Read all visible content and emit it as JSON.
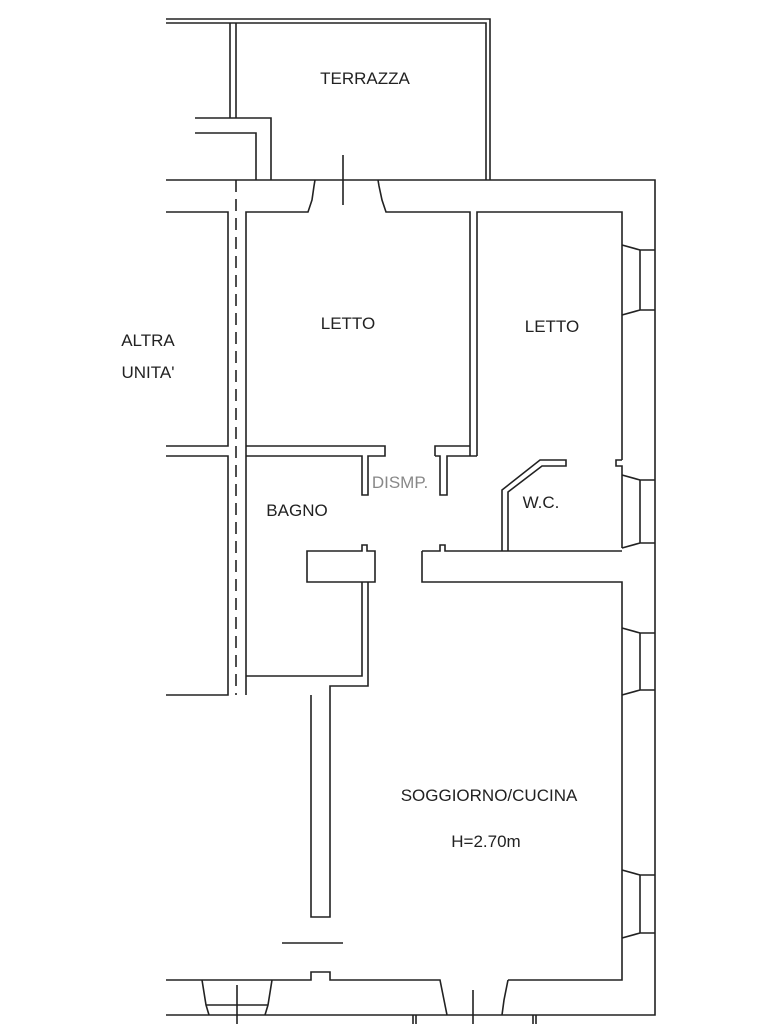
{
  "rooms": {
    "terrazza": "TERRAZZA",
    "altra_unita_line1": "ALTRA",
    "altra_unita_line2": "UNITA'",
    "letto_left": "LETTO",
    "letto_right": "LETTO",
    "disimpegno": "DISMP.",
    "bagno": "BAGNO",
    "wc": "W.C.",
    "soggiorno": "SOGGIORNO/CUCINA",
    "height": "H=2.70m"
  }
}
